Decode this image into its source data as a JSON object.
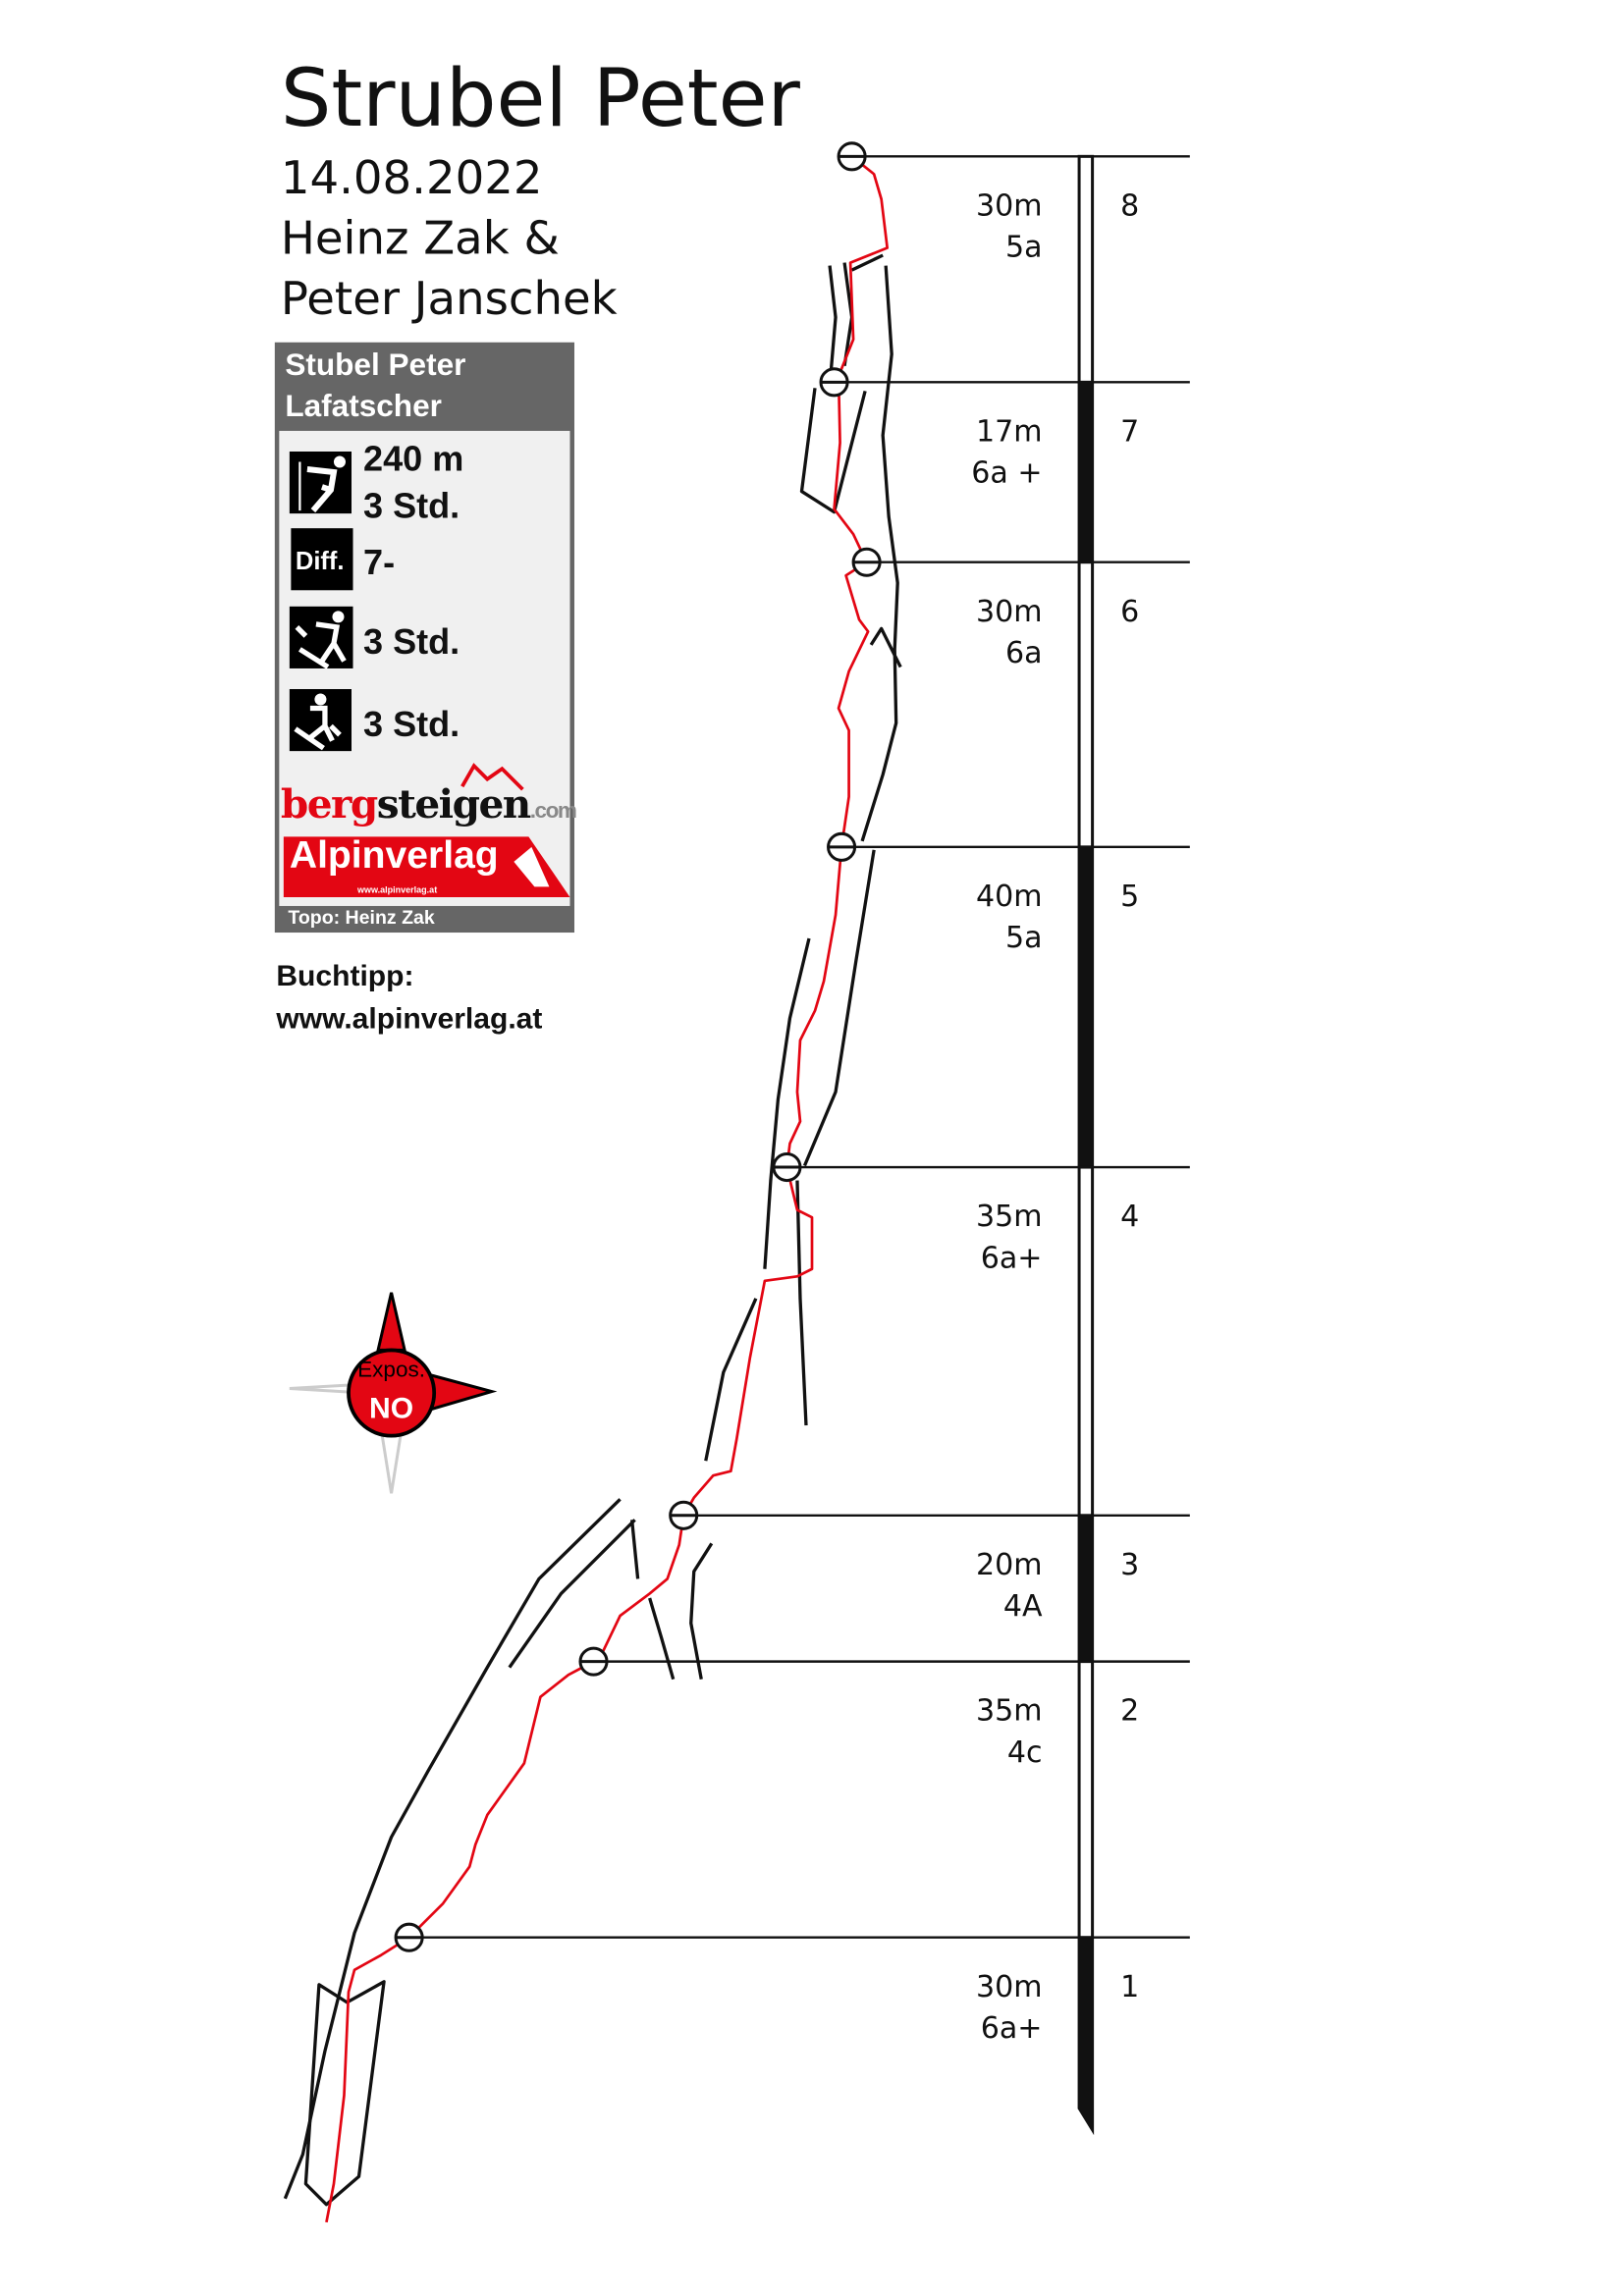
{
  "header": {
    "title": "Strubel Peter",
    "date": "14.08.2022",
    "author_line1": "Heinz Zak &",
    "author_line2": "Peter Janschek"
  },
  "info_box": {
    "route_name": "Stubel Peter",
    "area": "Lafatscher",
    "height": "240 m",
    "climb_time": "3 Std.",
    "difficulty_label": "Diff.",
    "difficulty": "7-",
    "approach_time": "3 Std.",
    "descent_time": "3 Std.",
    "logo_bergsteigen": "bergsteigen.com",
    "logo_alpinverlag": "Alpinverlag",
    "logo_alpinverlag_url": "www.alpinverlag.at",
    "topo_credit": "Topo: Heinz Zak",
    "icons": [
      "climber-icon",
      "difficulty-icon",
      "approach-hiker-icon",
      "descent-hiker-icon"
    ]
  },
  "book_tip": {
    "label": "Buchtipp:",
    "url": "www.alpinverlag.at"
  },
  "exposure": {
    "label": "Expos.",
    "value": "NO"
  },
  "colors": {
    "route": "#e30613",
    "box_header": "#666666",
    "box_bg": "#f0f0f0",
    "accent": "#e30613"
  },
  "pitches": [
    {
      "number": "8",
      "length": "30m",
      "grade": "5a",
      "fill": "hollow"
    },
    {
      "number": "7",
      "length": "17m",
      "grade": "6a +",
      "fill": "solid"
    },
    {
      "number": "6",
      "length": "30m",
      "grade": "6a",
      "fill": "hollow"
    },
    {
      "number": "5",
      "length": "40m",
      "grade": "5a",
      "fill": "solid"
    },
    {
      "number": "4",
      "length": "35m",
      "grade": "6a+",
      "fill": "hollow"
    },
    {
      "number": "3",
      "length": "20m",
      "grade": "4A",
      "fill": "solid"
    },
    {
      "number": "2",
      "length": "35m",
      "grade": "4c",
      "fill": "hollow"
    },
    {
      "number": "1",
      "length": "30m",
      "grade": "6a+",
      "fill": "solid"
    }
  ]
}
